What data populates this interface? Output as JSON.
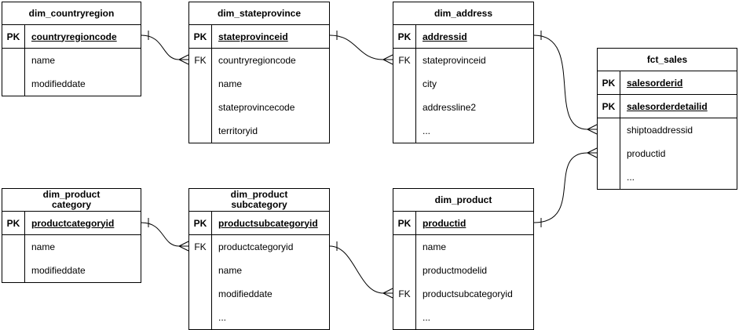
{
  "diagram": {
    "colors": {
      "background": "#ffffff",
      "line": "#000000",
      "text": "#000000",
      "table_fill": "#ffffff"
    },
    "tables": [
      {
        "id": "dim_countryregion",
        "title_lines": [
          "dim_countryregion"
        ],
        "rows": [
          {
            "key": "PK",
            "label": "countryregioncode"
          },
          {
            "key": "",
            "label": "name"
          },
          {
            "key": "",
            "label": "modifieddate"
          }
        ]
      },
      {
        "id": "dim_stateprovince",
        "title_lines": [
          "dim_stateprovince"
        ],
        "rows": [
          {
            "key": "PK",
            "label": "stateprovinceid"
          },
          {
            "key": "FK",
            "label": "countryregioncode"
          },
          {
            "key": "",
            "label": "name"
          },
          {
            "key": "",
            "label": "stateprovincecode"
          },
          {
            "key": "",
            "label": "territoryid"
          }
        ]
      },
      {
        "id": "dim_address",
        "title_lines": [
          "dim_address"
        ],
        "rows": [
          {
            "key": "PK",
            "label": "addressid"
          },
          {
            "key": "FK",
            "label": "stateprovinceid"
          },
          {
            "key": "",
            "label": "city"
          },
          {
            "key": "",
            "label": "addressline2"
          },
          {
            "key": "",
            "label": "..."
          }
        ]
      },
      {
        "id": "fct_sales",
        "title_lines": [
          "fct_sales"
        ],
        "rows": [
          {
            "key": "PK",
            "label": "salesorderid"
          },
          {
            "key": "PK",
            "label": "salesorderdetailid"
          },
          {
            "key": "",
            "label": "shiptoaddressid"
          },
          {
            "key": "",
            "label": "productid"
          },
          {
            "key": "",
            "label": "..."
          }
        ]
      },
      {
        "id": "dim_productcategory",
        "title_lines": [
          "dim_product",
          "category"
        ],
        "rows": [
          {
            "key": "PK",
            "label": "productcategoryid"
          },
          {
            "key": "",
            "label": "name"
          },
          {
            "key": "",
            "label": "modifieddate"
          }
        ]
      },
      {
        "id": "dim_productsubcategory",
        "title_lines": [
          "dim_product",
          "subcategory"
        ],
        "rows": [
          {
            "key": "PK",
            "label": "productsubcategoryid"
          },
          {
            "key": "FK",
            "label": "productcategoryid"
          },
          {
            "key": "",
            "label": "name"
          },
          {
            "key": "",
            "label": "modifieddate"
          },
          {
            "key": "",
            "label": "..."
          }
        ]
      },
      {
        "id": "dim_product",
        "title_lines": [
          "dim_product"
        ],
        "rows": [
          {
            "key": "PK",
            "label": "productid"
          },
          {
            "key": "",
            "label": "name"
          },
          {
            "key": "",
            "label": "productmodelid"
          },
          {
            "key": "FK",
            "label": "productsubcategoryid"
          },
          {
            "key": "",
            "label": "..."
          }
        ]
      }
    ],
    "relationships": [
      {
        "from": "dim_countryregion",
        "to": "dim_stateprovince",
        "cardinality": "one-to-many"
      },
      {
        "from": "dim_stateprovince",
        "to": "dim_address",
        "cardinality": "one-to-many"
      },
      {
        "from": "dim_address",
        "to": "fct_sales",
        "cardinality": "one-to-many"
      },
      {
        "from": "dim_product",
        "to": "fct_sales",
        "cardinality": "one-to-many"
      },
      {
        "from": "dim_productcategory",
        "to": "dim_productsubcategory",
        "cardinality": "one-to-many"
      },
      {
        "from": "dim_productsubcategory",
        "to": "dim_product",
        "cardinality": "one-to-many"
      }
    ]
  }
}
